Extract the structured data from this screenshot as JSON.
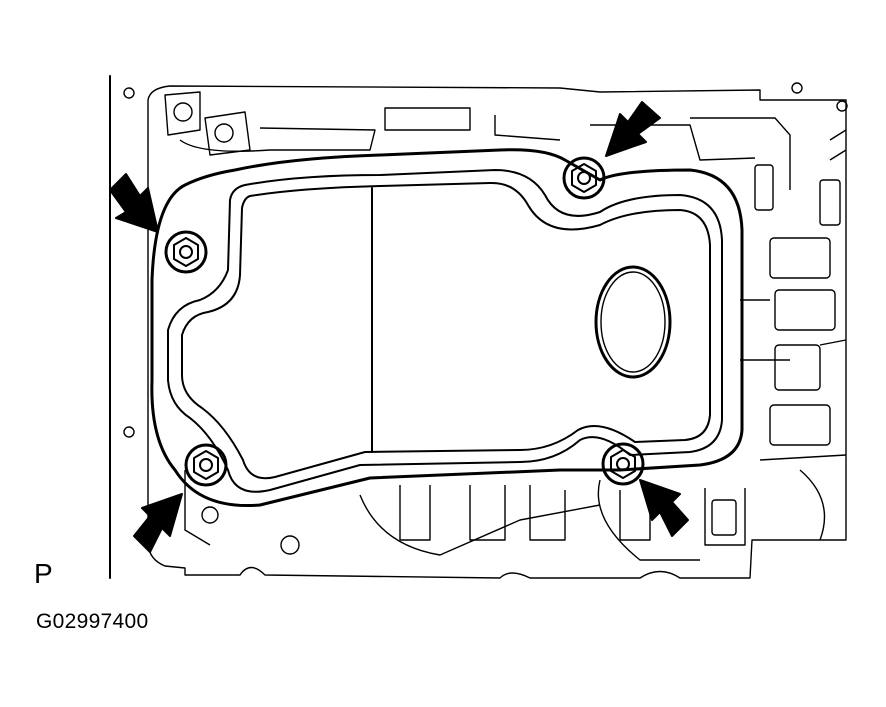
{
  "figure": {
    "view_label": "P",
    "figure_id": "G02997400"
  },
  "arrows": [
    {
      "name": "arrow-bolt-top-left"
    },
    {
      "name": "arrow-bolt-top-right"
    },
    {
      "name": "arrow-bolt-bottom-left"
    },
    {
      "name": "arrow-bolt-bottom-right"
    }
  ],
  "colors": {
    "line": "#000000",
    "background": "#ffffff"
  }
}
